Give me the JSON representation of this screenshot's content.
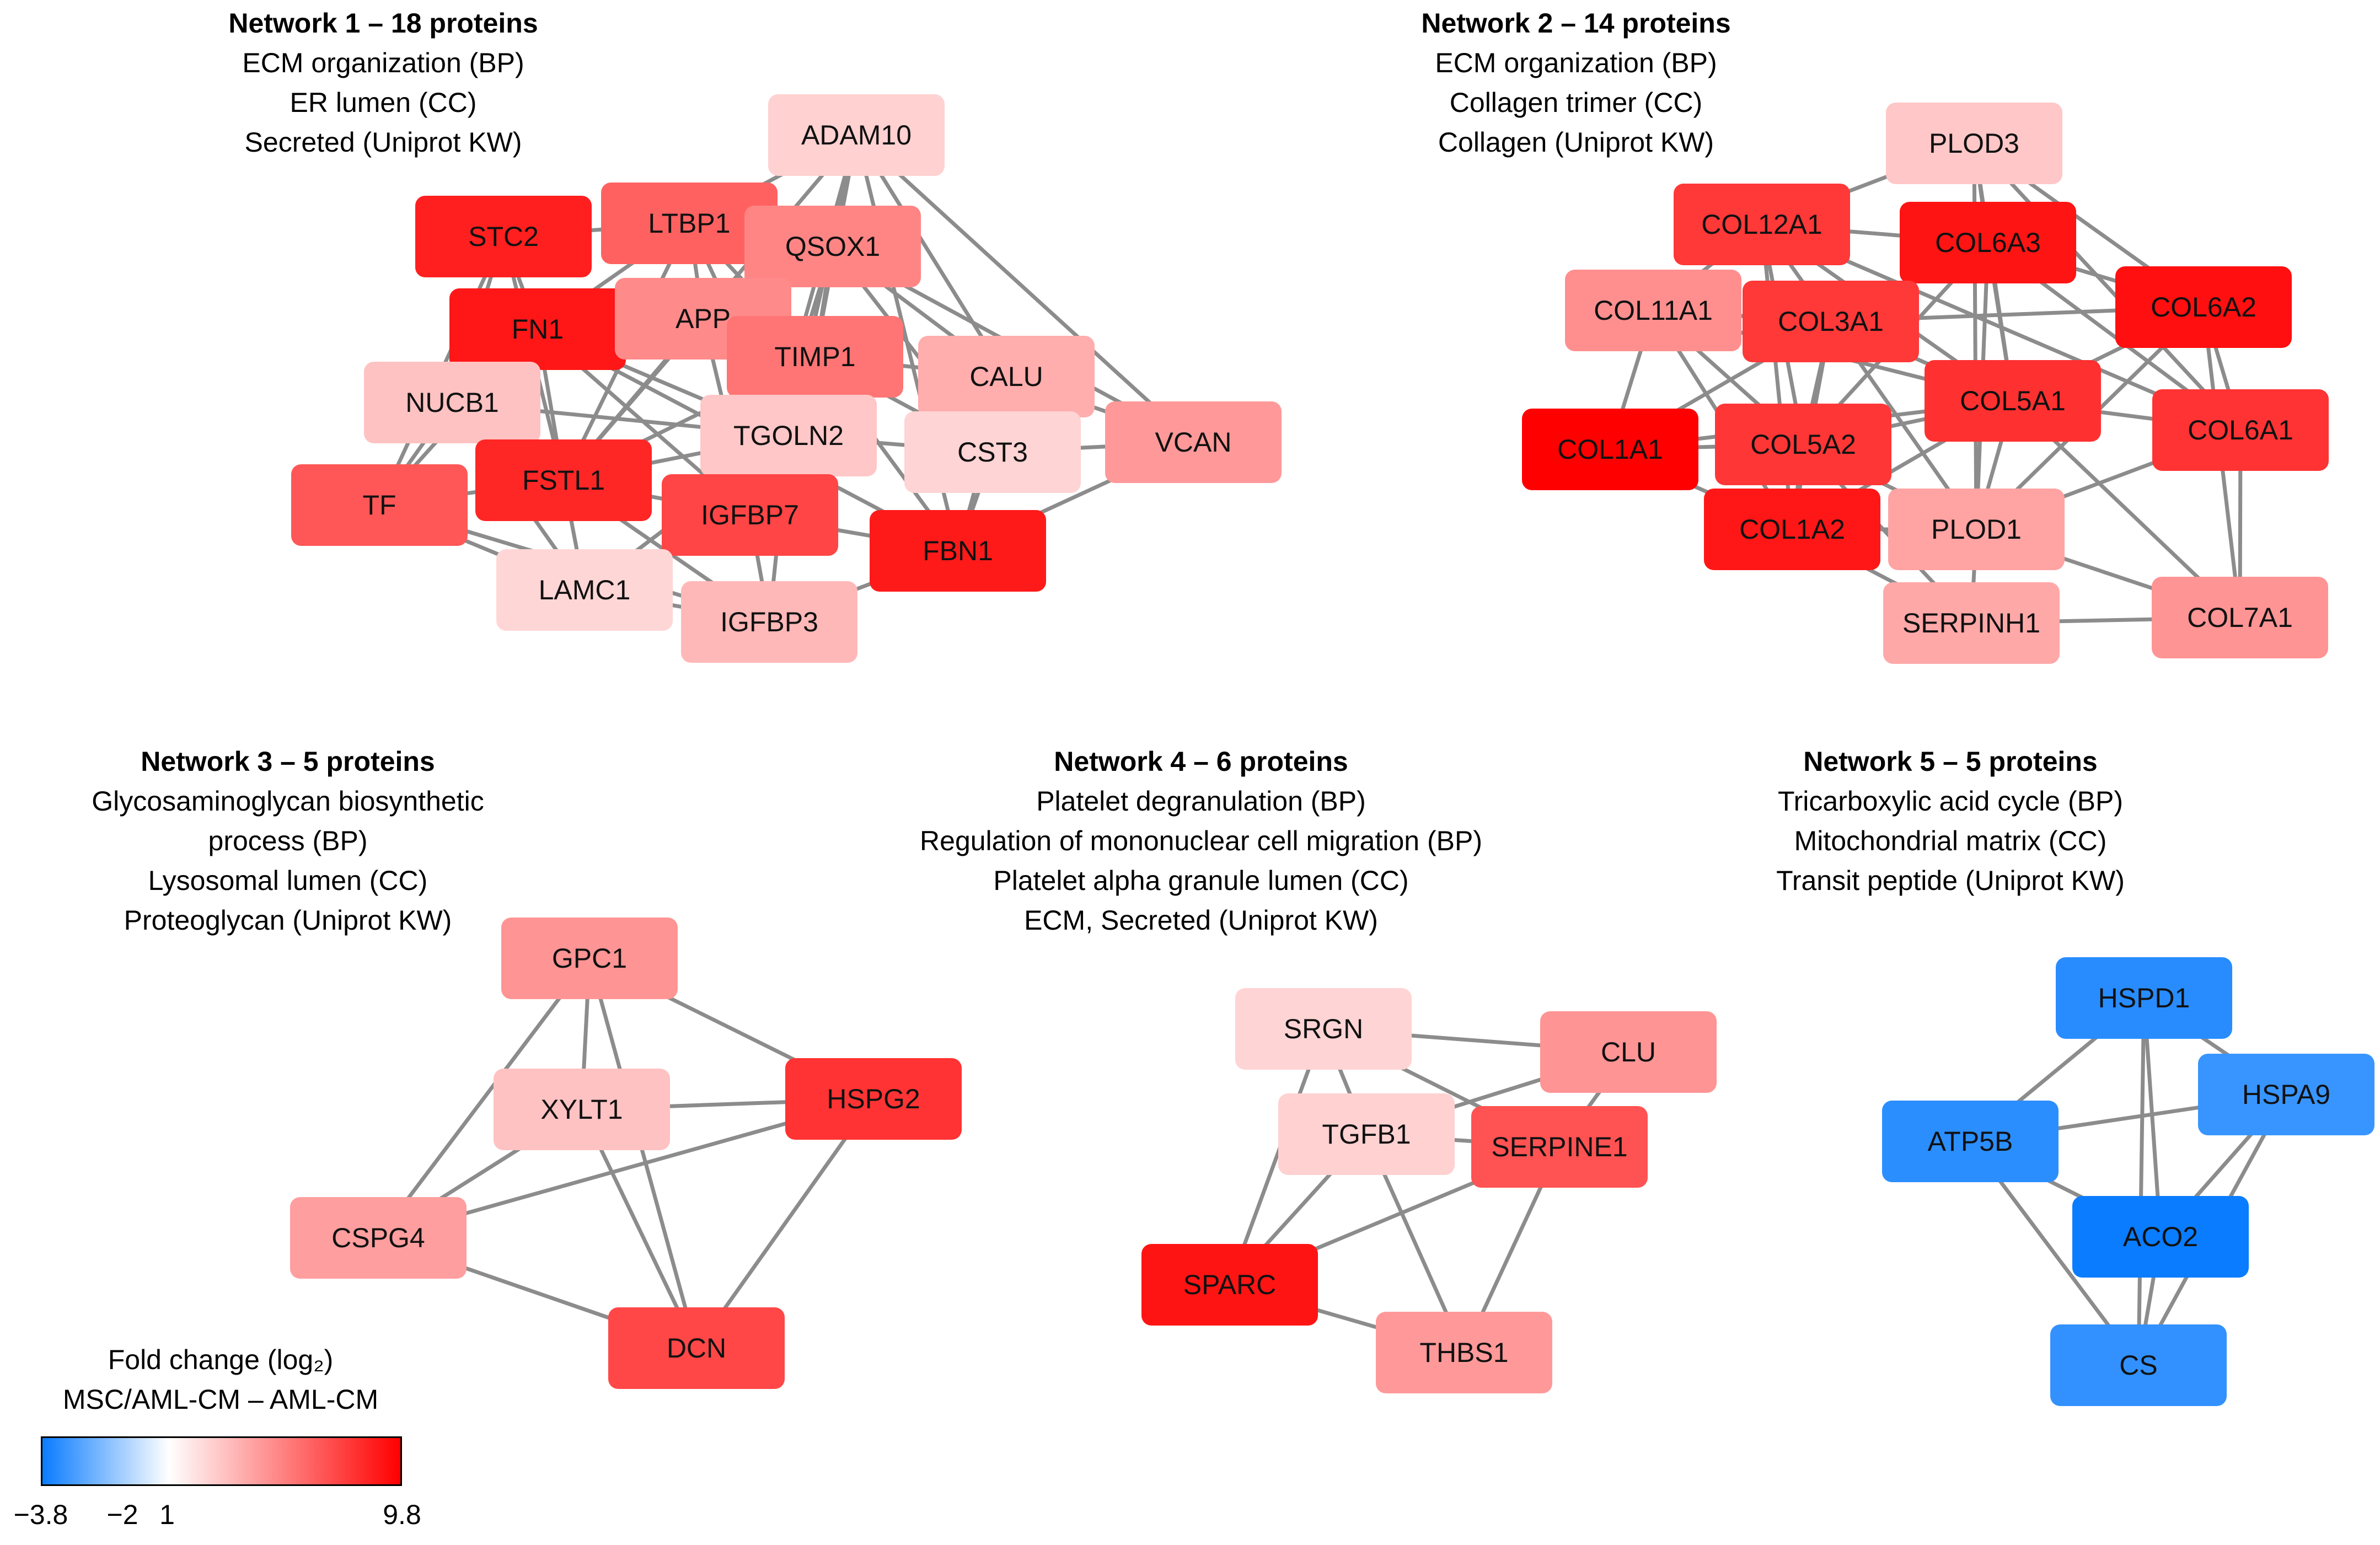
{
  "colors": {
    "neg": "#0a7cff",
    "mid": "#ffffff",
    "pos": "#ff0000",
    "edge": "#8c8c8c"
  },
  "scale": {
    "min": -3.8,
    "center": 1,
    "max": 9.8
  },
  "networks": [
    {
      "id": "n1",
      "title": "Network 1 – 18 proteins",
      "lines": [
        "ECM organization (BP)",
        "ER lumen (CC)",
        "Secreted (Uniprot KW)"
      ],
      "nodes": [
        {
          "label": "ADAM10",
          "fc": 1.6
        },
        {
          "label": "STC2",
          "fc": 8.6
        },
        {
          "label": "LTBP1",
          "fc": 6.0
        },
        {
          "label": "QSOX1",
          "fc": 4.6
        },
        {
          "label": "FN1",
          "fc": 8.9
        },
        {
          "label": "APP",
          "fc": 4.4
        },
        {
          "label": "TIMP1",
          "fc": 5.2
        },
        {
          "label": "CALU",
          "fc": 3.0
        },
        {
          "label": "NUCB1",
          "fc": 2.2
        },
        {
          "label": "TGOLN2",
          "fc": 2.0
        },
        {
          "label": "CST3",
          "fc": 1.5
        },
        {
          "label": "VCAN",
          "fc": 3.8
        },
        {
          "label": "TF",
          "fc": 6.4
        },
        {
          "label": "FSTL1",
          "fc": 8.3
        },
        {
          "label": "IGFBP7",
          "fc": 7.1
        },
        {
          "label": "FBN1",
          "fc": 8.8
        },
        {
          "label": "LAMC1",
          "fc": 1.4
        },
        {
          "label": "IGFBP3",
          "fc": 2.6
        }
      ]
    },
    {
      "id": "n2",
      "title": "Network 2 – 14 proteins",
      "lines": [
        "ECM organization (BP)",
        "Collagen trimer (CC)",
        "Collagen (Uniprot KW)"
      ],
      "nodes": [
        {
          "label": "PLOD3",
          "fc": 2.0
        },
        {
          "label": "COL12A1",
          "fc": 7.6
        },
        {
          "label": "COL6A3",
          "fc": 9.0
        },
        {
          "label": "COL6A2",
          "fc": 9.2
        },
        {
          "label": "COL11A1",
          "fc": 4.2
        },
        {
          "label": "COL3A1",
          "fc": 7.6
        },
        {
          "label": "COL5A1",
          "fc": 7.9
        },
        {
          "label": "COL1A1",
          "fc": 9.8
        },
        {
          "label": "COL5A2",
          "fc": 7.7
        },
        {
          "label": "COL6A1",
          "fc": 7.8
        },
        {
          "label": "COL1A2",
          "fc": 8.9
        },
        {
          "label": "PLOD1",
          "fc": 3.4
        },
        {
          "label": "SERPINH1",
          "fc": 3.2
        },
        {
          "label": "COL7A1",
          "fc": 4.0
        }
      ]
    },
    {
      "id": "n3",
      "title": "Network 3 – 5 proteins",
      "lines": [
        "Glycosaminoglycan biosynthetic",
        "process (BP)",
        "Lysosomal lumen (CC)",
        "Proteoglycan (Uniprot KW)"
      ],
      "nodes": [
        {
          "label": "GPC1",
          "fc": 4.0
        },
        {
          "label": "XYLT1",
          "fc": 2.2
        },
        {
          "label": "HSPG2",
          "fc": 7.8
        },
        {
          "label": "CSPG4",
          "fc": 3.6
        },
        {
          "label": "DCN",
          "fc": 7.0
        }
      ]
    },
    {
      "id": "n4",
      "title": "Network 4 – 6 proteins",
      "lines": [
        "Platelet degranulation (BP)",
        "Regulation of mononuclear cell migration (BP)",
        "Platelet alpha granule lumen (CC)",
        "ECM, Secreted (Uniprot KW)"
      ],
      "nodes": [
        {
          "label": "SRGN",
          "fc": 1.5
        },
        {
          "label": "CLU",
          "fc": 4.0
        },
        {
          "label": "TGFB1",
          "fc": 1.6
        },
        {
          "label": "SERPINE1",
          "fc": 6.6
        },
        {
          "label": "SPARC",
          "fc": 9.0
        },
        {
          "label": "THBS1",
          "fc": 3.8
        }
      ]
    },
    {
      "id": "n5",
      "title": "Network 5 – 5 proteins",
      "lines": [
        "Tricarboxylic acid cycle (BP)",
        "Mitochondrial matrix (CC)",
        "Transit peptide (Uniprot KW)"
      ],
      "nodes": [
        {
          "label": "HSPD1",
          "fc": -2.9
        },
        {
          "label": "HSPA9",
          "fc": -2.4
        },
        {
          "label": "ATP5B",
          "fc": -2.8
        },
        {
          "label": "ACO2",
          "fc": -3.8
        },
        {
          "label": "CS",
          "fc": -2.6
        }
      ]
    }
  ],
  "legend": {
    "title_lines": [
      "Fold change (log₂)",
      "MSC/AML-CM – AML-CM"
    ],
    "ticks": [
      "−3.8",
      "−2",
      "1",
      "9.8"
    ]
  }
}
